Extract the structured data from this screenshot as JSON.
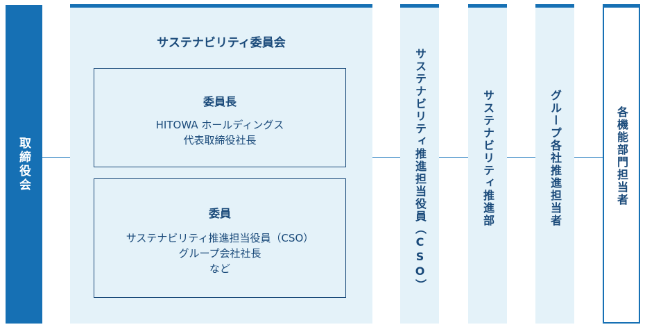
{
  "board": {
    "label": "取締役会"
  },
  "committee": {
    "title": "サステナビリティ委員会",
    "chair": {
      "heading": "委員長",
      "lines": [
        "HITOWA ホールディングス",
        "代表取締役社長"
      ]
    },
    "members": {
      "heading": "委員",
      "lines": [
        "サステナビリティ推進担当役員（CSO）",
        "グループ会社社長",
        "など"
      ]
    }
  },
  "columns": {
    "cso": "サステナビリティ推進担当役員（CSO）",
    "dept": "サステナビリティ推進部",
    "group": "グループ各社推進担当者",
    "functional": "各機能部門担当者"
  },
  "colors": {
    "primary": "#1670b4",
    "panel": "#e4f2f9",
    "text": "#1a4a7a"
  }
}
